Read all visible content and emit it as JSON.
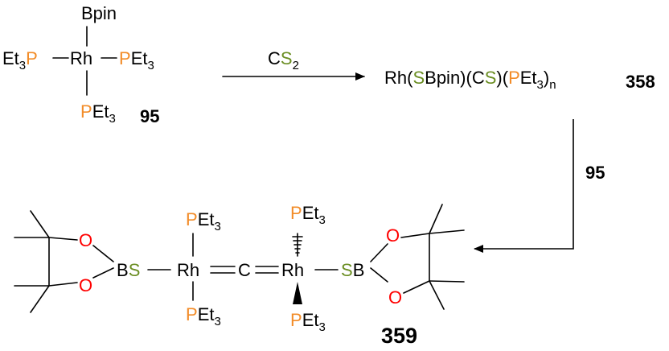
{
  "colors": {
    "phosphorus": "#f28c28",
    "sulfur": "#6b8e23",
    "oxygen": "#ff0000",
    "bonds": "#000000"
  },
  "atoms": {
    "P": "P",
    "S": "S",
    "O": "O",
    "B": "B",
    "C": "C",
    "Rh": "Rh",
    "Et": "Et",
    "sub3": "3"
  },
  "complex95": {
    "label": "95",
    "top_group": "Bpin"
  },
  "step1": {
    "reagent_C": "C",
    "reagent_S": "S",
    "reagent_sub": "2"
  },
  "intermediate358": {
    "f1": "Rh(",
    "f2": "S",
    "f3": "Bpin)(C",
    "f4": "S",
    "f5": ")(",
    "f6": "P",
    "f7": "Et",
    "sub3": "3",
    "f8": ")",
    "subn": "n",
    "label": "358"
  },
  "step2": {
    "reagent": "95"
  },
  "product359": {
    "label": "359"
  }
}
